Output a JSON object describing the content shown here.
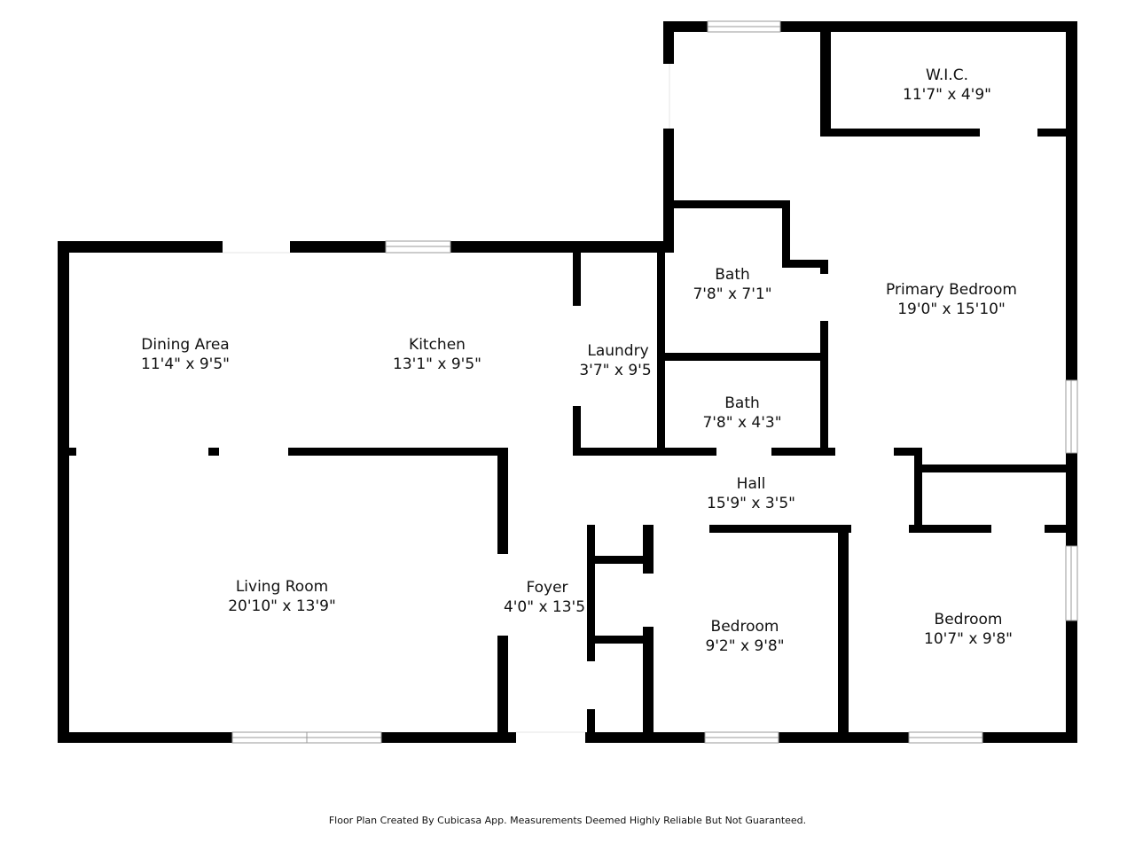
{
  "rooms": {
    "wic": {
      "name": "W.I.C.",
      "dim": "11'7\" x 4'9\""
    },
    "bath1": {
      "name": "Bath",
      "dim": "7'8\" x 7'1\""
    },
    "primary": {
      "name": "Primary Bedroom",
      "dim": "19'0\" x 15'10\""
    },
    "dining": {
      "name": "Dining Area",
      "dim": "11'4\" x 9'5\""
    },
    "kitchen": {
      "name": "Kitchen",
      "dim": "13'1\" x 9'5\""
    },
    "laundry": {
      "name": "Laundry",
      "dim": "3'7\" x 9'5"
    },
    "bath2": {
      "name": "Bath",
      "dim": "7'8\" x 4'3\""
    },
    "hall": {
      "name": "Hall",
      "dim": "15'9\" x 3'5\""
    },
    "living": {
      "name": "Living Room",
      "dim": "20'10\" x 13'9\""
    },
    "foyer": {
      "name": "Foyer",
      "dim": "4'0\" x 13'5"
    },
    "bedroom2": {
      "name": "Bedroom",
      "dim": "9'2\" x 9'8\""
    },
    "bedroom3": {
      "name": "Bedroom",
      "dim": "10'7\" x 9'8\""
    }
  },
  "footer": "Floor Plan Created By Cubicasa App. Measurements Deemed Highly Reliable But Not Guaranteed.",
  "colors": {
    "wall": "#000000",
    "window_stroke": "#999999",
    "window_fill": "#ffffff",
    "background": "#ffffff"
  }
}
